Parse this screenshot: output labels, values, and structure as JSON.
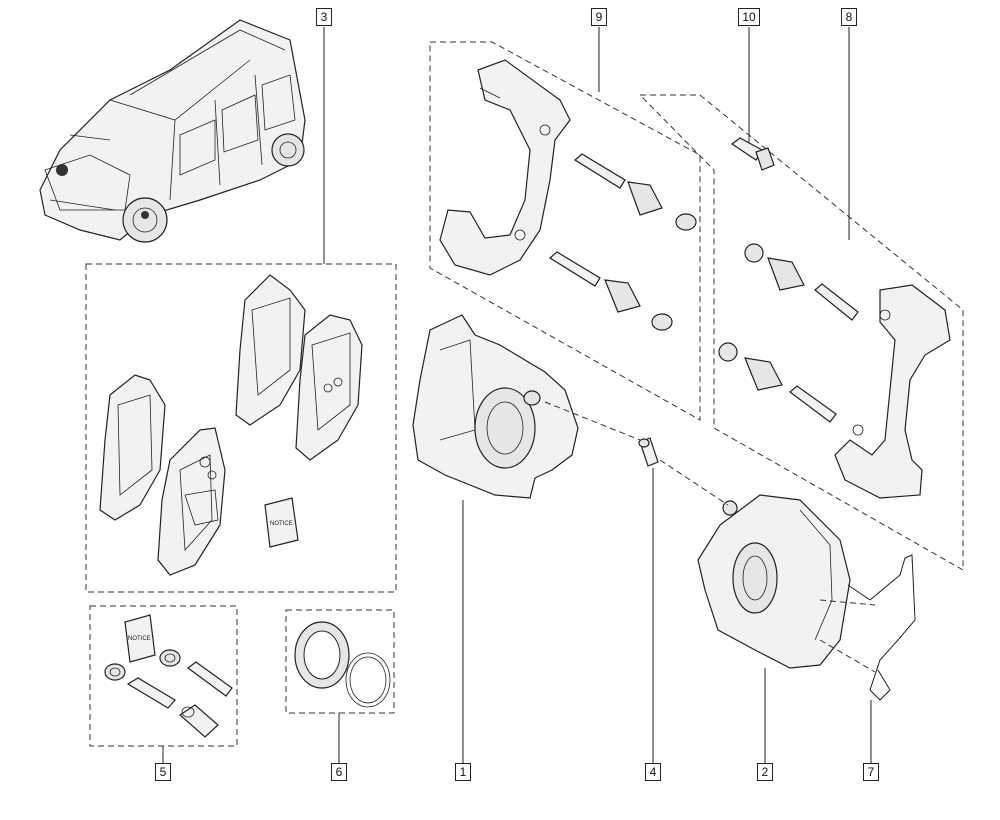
{
  "diagram": {
    "callouts": {
      "c1": "1",
      "c2": "2",
      "c3": "3",
      "c4": "4",
      "c5": "5",
      "c6": "6",
      "c7": "7",
      "c8": "8",
      "c9": "9",
      "c10": "10"
    },
    "notice_label": "NOTICE"
  }
}
